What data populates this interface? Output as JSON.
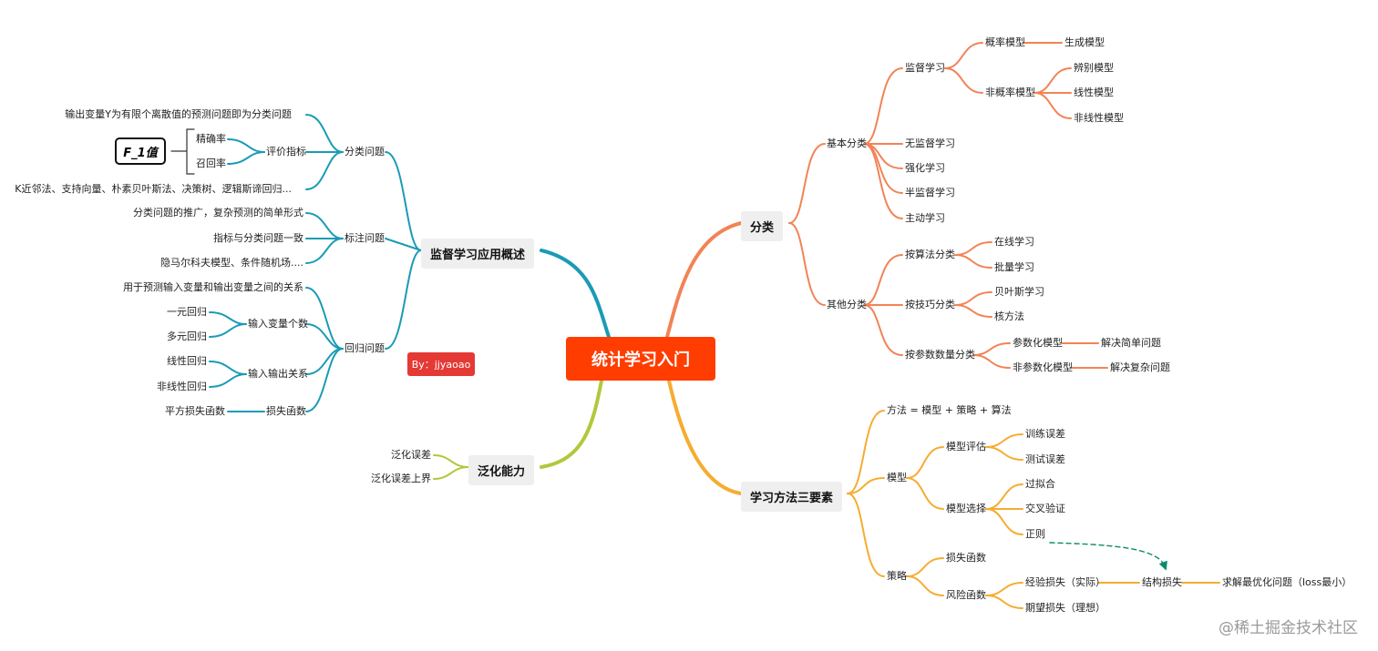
{
  "center": "统计学习入门",
  "author_tag": "By：jjyaoao",
  "watermark": "@稀土掘金技术社区",
  "colors": {
    "center": "#ff3d00",
    "supervised": "#1a9bb5",
    "classification": "#f28356",
    "methods": "#f6ac31",
    "generalization": "#b0c93b"
  },
  "supervised": {
    "title": "监督学习应用概述",
    "classification": {
      "label": "分类问题",
      "definition": "输出变量Y为有限个离散值的预测问题即为分类问题",
      "metrics": {
        "label": "评价指标",
        "precision": "精确率",
        "recall": "召回率",
        "f1": "F_1值"
      },
      "methods": "K近邻法、支持向量、朴素贝叶斯法、决策树、逻辑斯谛回归..."
    },
    "tagging": {
      "label": "标注问题",
      "items": [
        "分类问题的推广，复杂预测的简单形式",
        "指标与分类问题一致",
        "隐马尔科夫模型、条件随机场...."
      ]
    },
    "regression": {
      "label": "回归问题",
      "purpose": "用于预测输入变量和输出变量之间的关系",
      "num_inputs": {
        "label": "输入变量个数",
        "items": [
          "一元回归",
          "多元回归"
        ]
      },
      "relation": {
        "label": "输入输出关系",
        "items": [
          "线性回归",
          "非线性回归"
        ]
      },
      "loss": {
        "label": "损失函数",
        "item": "平方损失函数"
      }
    }
  },
  "generalization": {
    "title": "泛化能力",
    "items": [
      "泛化误差",
      "泛化误差上界"
    ]
  },
  "classify": {
    "title": "分类",
    "basic": {
      "label": "基本分类",
      "supervised": {
        "label": "监督学习",
        "prob": {
          "label": "概率模型",
          "item": "生成模型"
        },
        "nonprob": {
          "label": "非概率模型",
          "items": [
            "辨别模型",
            "线性模型",
            "非线性模型"
          ]
        }
      },
      "others": [
        "无监督学习",
        "强化学习",
        "半监督学习",
        "主动学习"
      ]
    },
    "other": {
      "label": "其他分类",
      "by_algorithm": {
        "label": "按算法分类",
        "items": [
          "在线学习",
          "批量学习"
        ]
      },
      "by_technique": {
        "label": "按技巧分类",
        "items": [
          "贝叶斯学习",
          "核方法"
        ]
      },
      "by_params": {
        "label": "按参数数量分类",
        "param": {
          "label": "参数化模型",
          "desc": "解决简单问题"
        },
        "nonparam": {
          "label": "非参数化模型",
          "desc": "解决复杂问题"
        }
      }
    }
  },
  "methods": {
    "title": "学习方法三要素",
    "formula": "方法 = 模型 + 策略 + 算法",
    "model": {
      "label": "模型",
      "evaluation": {
        "label": "模型评估",
        "items": [
          "训练误差",
          "测试误差"
        ]
      },
      "selection": {
        "label": "模型选择",
        "items": [
          "过拟合",
          "交叉验证",
          "正则"
        ]
      }
    },
    "strategy": {
      "label": "策略",
      "loss": "损失函数",
      "risk": {
        "label": "风险函数",
        "empirical": "经验损失（实际）",
        "expected": "期望损失（理想）",
        "structural": "结构损失",
        "goal": "求解最优化问题（loss最小）"
      }
    }
  }
}
